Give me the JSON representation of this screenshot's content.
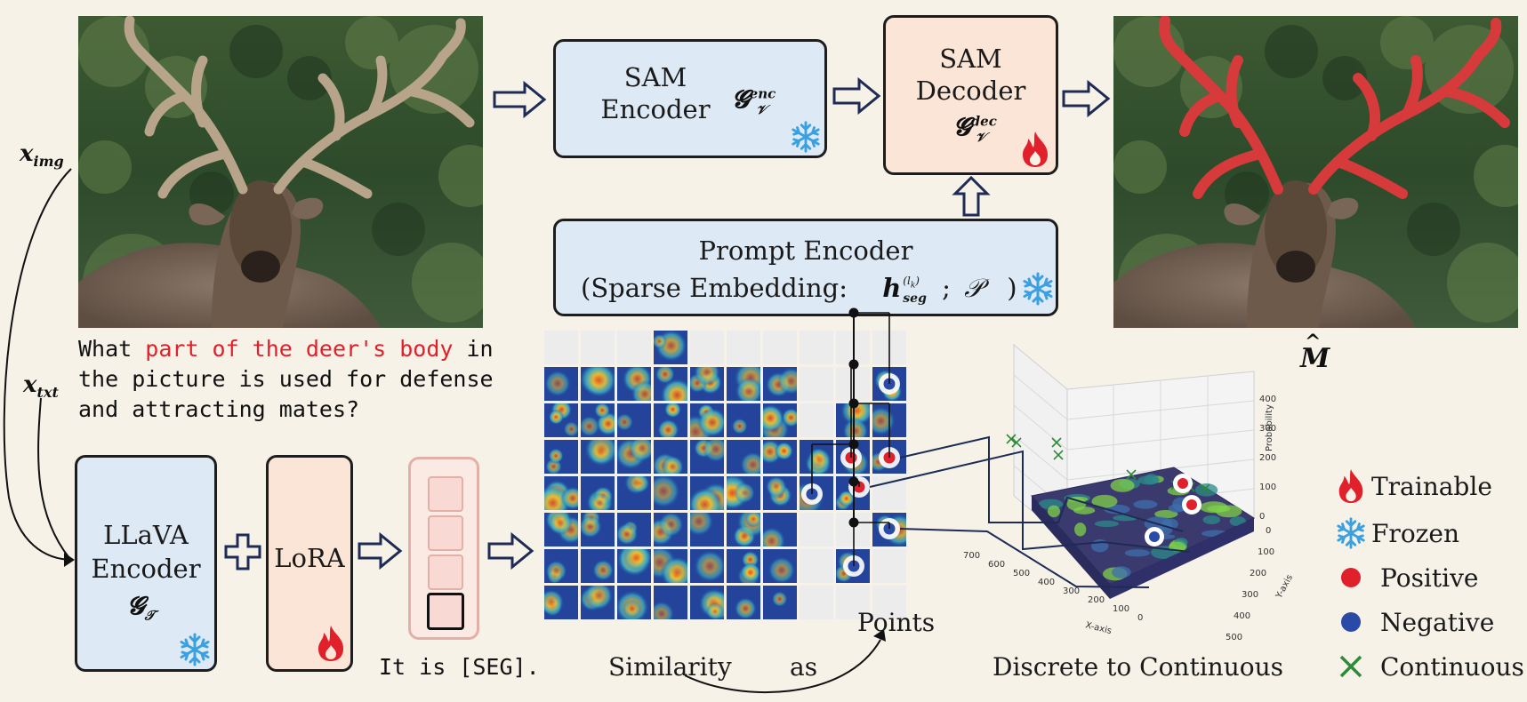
{
  "inputs": {
    "img_label": "x",
    "img_sub": "img",
    "txt_label": "x",
    "txt_sub": "txt",
    "question_pre": "What ",
    "question_highlight": "part of the deer's body",
    "question_mid": " in",
    "question_line2": "the picture is used for defense",
    "question_line3": "and attracting mates?"
  },
  "sam_encoder": {
    "line1": "SAM",
    "line2": "Encoder",
    "math": "𝓖",
    "sup": "enc",
    "sub": "𝒱"
  },
  "sam_decoder": {
    "line1": "SAM",
    "line2": "Decoder",
    "math": "𝓖",
    "sup": "dec",
    "sub": "𝒱"
  },
  "prompt_encoder": {
    "line1": "Prompt Encoder",
    "line2_pre": "(Sparse Embedding:",
    "h": "h",
    "h_sup": "(l",
    "h_sup_k": "k",
    "h_sup_close": ")",
    "h_sub": "seg",
    "sep": ";",
    "p": "𝒫",
    "close": ")"
  },
  "llava": {
    "line1": "LLaVA",
    "line2": "Encoder",
    "math": "𝓖",
    "sub": "𝒯"
  },
  "lora": {
    "label": "LoRA"
  },
  "seg_output": "It is [SEG].",
  "mask_label": "M",
  "similarity_label": "Similarity",
  "as_label": "as",
  "points_label": "Points",
  "d2c_label": "Discrete to Continuous",
  "plot3d": {
    "zlabel": "Probability",
    "ylabel": "Y-axis",
    "xlabel": "X-axis",
    "z_ticks": [
      "0",
      "100",
      "200",
      "300",
      "400"
    ],
    "y_ticks": [
      "0",
      "100",
      "200",
      "300",
      "400",
      "500"
    ],
    "x_ticks": [
      "700",
      "600",
      "500",
      "400",
      "300",
      "200",
      "100",
      "0"
    ]
  },
  "legend": [
    {
      "icon": "flame-icon",
      "label": "Trainable",
      "color": "#e0202a"
    },
    {
      "icon": "snowflake-icon",
      "label": "Frozen",
      "color": "#3aa0e0"
    },
    {
      "icon": "red-dot-icon",
      "label": "Positive",
      "color": "#e0202a"
    },
    {
      "icon": "blue-dot-icon",
      "label": "Negative",
      "color": "#2a4aa8"
    },
    {
      "icon": "green-x-icon",
      "label": "Continuous",
      "color": "#2e8b3a"
    }
  ]
}
